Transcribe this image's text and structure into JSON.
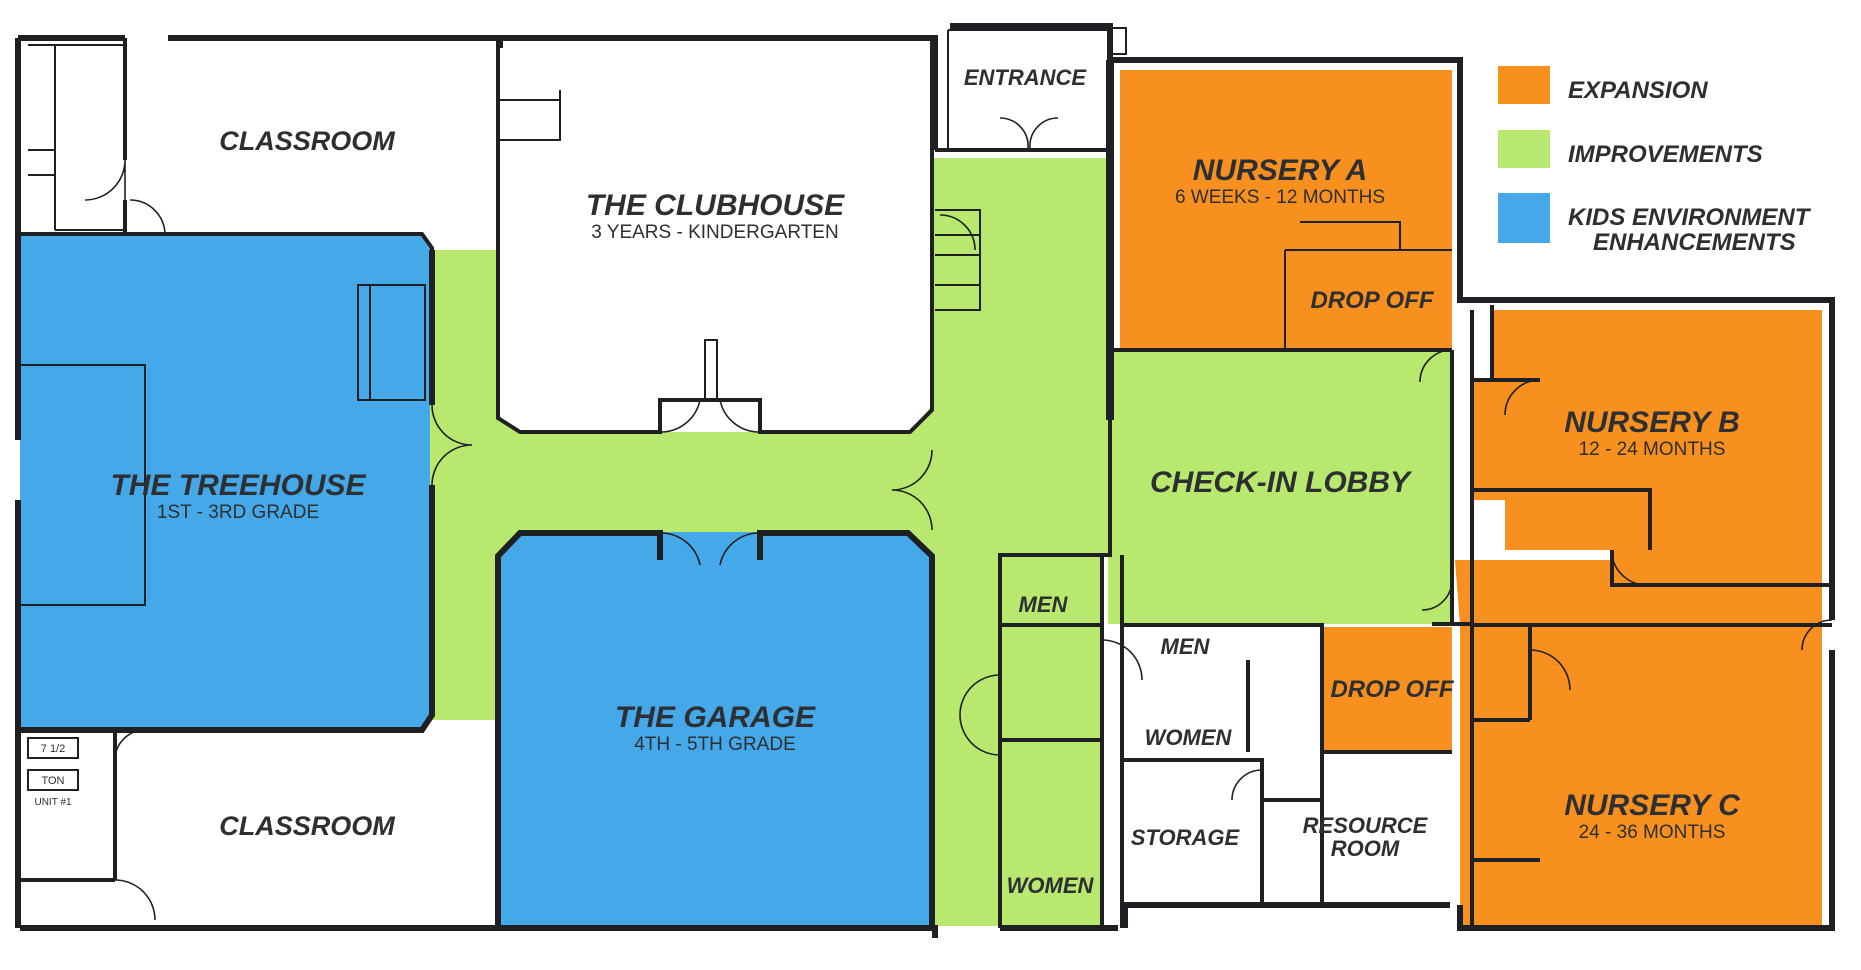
{
  "colors": {
    "expansion": "#f7901e",
    "improvements": "#b9e86e",
    "kids": "#45a8e8",
    "wall": "#1f2023",
    "text": "#2e2f33"
  },
  "legend": [
    {
      "label": "EXPANSION",
      "color": "#f7901e"
    },
    {
      "label": "IMPROVEMENTS",
      "color": "#b9e86e"
    },
    {
      "label": "KIDS ENVIRONMENT",
      "label2": "ENHANCEMENTS",
      "color": "#45a8e8"
    }
  ],
  "rooms": {
    "classroom_top": {
      "name": "CLASSROOM"
    },
    "clubhouse": {
      "name": "THE CLUBHOUSE",
      "sub": "3 YEARS - KINDERGARTEN"
    },
    "entrance": {
      "name": "ENTRANCE"
    },
    "nursery_a": {
      "name": "NURSERY A",
      "sub": "6 WEEKS - 12 MONTHS"
    },
    "drop_off_a": {
      "name": "DROP OFF"
    },
    "treehouse": {
      "name": "THE TREEHOUSE",
      "sub": "1ST - 3RD GRADE"
    },
    "checkin": {
      "name": "CHECK-IN LOBBY"
    },
    "nursery_b": {
      "name": "NURSERY B",
      "sub": "12 - 24 MONTHS"
    },
    "men_left": {
      "name": "MEN"
    },
    "men_right": {
      "name": "MEN"
    },
    "women_right": {
      "name": "WOMEN"
    },
    "drop_off_b": {
      "name": "DROP OFF"
    },
    "garage": {
      "name": "THE GARAGE",
      "sub": "4TH - 5TH GRADE"
    },
    "classroom_bottom": {
      "name": "CLASSROOM"
    },
    "storage": {
      "name": "STORAGE"
    },
    "resource": {
      "name": "RESOURCE",
      "name2": "ROOM"
    },
    "nursery_c": {
      "name": "NURSERY C",
      "sub": "24 - 36 MONTHS"
    },
    "women_left": {
      "name": "WOMEN"
    }
  },
  "equipment": {
    "unit_a": "7 1/2",
    "unit_b": "TON",
    "unit_c": "UNIT #1"
  }
}
